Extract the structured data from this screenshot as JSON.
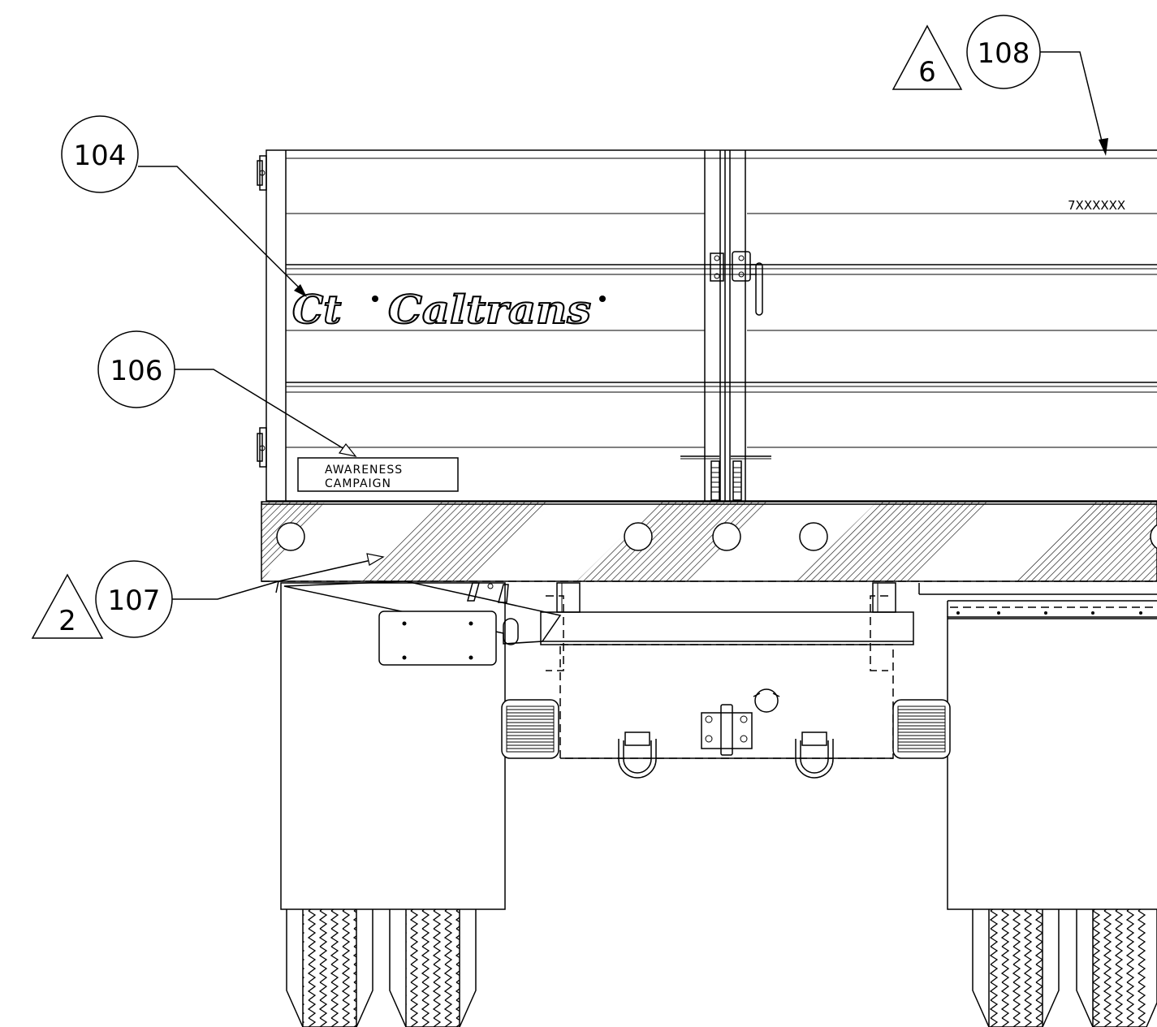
{
  "callouts": {
    "c104": "104",
    "c106": "106",
    "c107": "107",
    "c108": "108"
  },
  "revisions": {
    "r2": "2",
    "r6": "6"
  },
  "unit_number": "7XXXXXX",
  "logo": {
    "ct": "Ct",
    "name": "Caltrans"
  },
  "awareness_sign": {
    "line1": "AWARENESS",
    "line2": "CAMPAIGN"
  },
  "colors": {
    "ink": "#000000",
    "paper": "#ffffff"
  }
}
